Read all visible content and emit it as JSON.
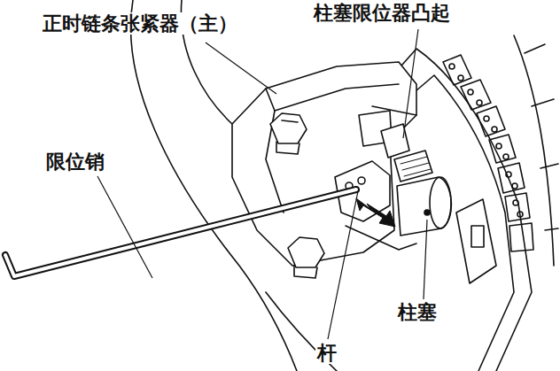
{
  "diagram": {
    "labels": [
      "正时链条张紧器（主）",
      "柱塞限位器凸起",
      "限位销",
      "柱塞",
      "杆"
    ]
  }
}
